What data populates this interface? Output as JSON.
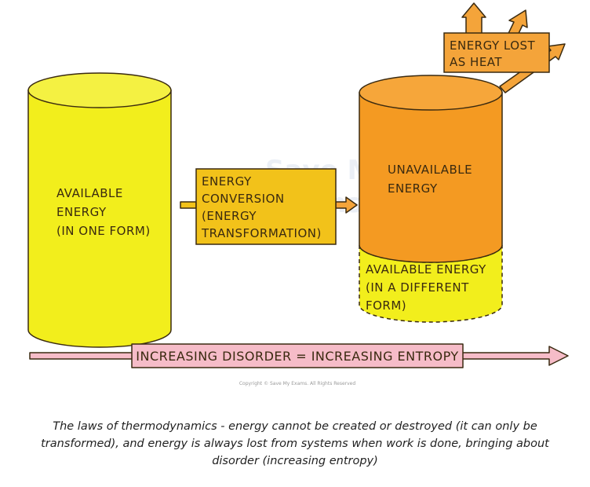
{
  "diagram": {
    "watermark": [
      "Save My",
      "Exams"
    ],
    "available_energy_label": [
      "AVAILABLE",
      "ENERGY",
      "(IN ONE FORM)"
    ],
    "conversion_label": [
      "ENERGY",
      "CONVERSION",
      "(ENERGY",
      "TRANSFORMATION)"
    ],
    "unavailable_energy_label": [
      "UNAVAILABLE",
      "ENERGY"
    ],
    "available_different_label": [
      "AVAILABLE ENERGY",
      "(IN A DIFFERENT",
      "FORM)"
    ],
    "heat_label": [
      "ENERGY LOST",
      "AS HEAT"
    ],
    "entropy_banner": "INCREASING DISORDER = INCREASING ENTROPY",
    "copyright": "Copyright © Save My Exams. All Rights Reserved"
  },
  "caption": "The laws of thermodynamics - energy cannot be created or destroyed (it can only be transformed), and energy is always lost from systems when work is done, bringing about disorder (increasing entropy)",
  "colors": {
    "yellow": "#F2EE1C",
    "orange": "#F49A22",
    "conversion_box": "#F2C21A",
    "heat_box": "#F4A43A",
    "pink": "#F6BCC8",
    "outline": "#3a2a10"
  }
}
